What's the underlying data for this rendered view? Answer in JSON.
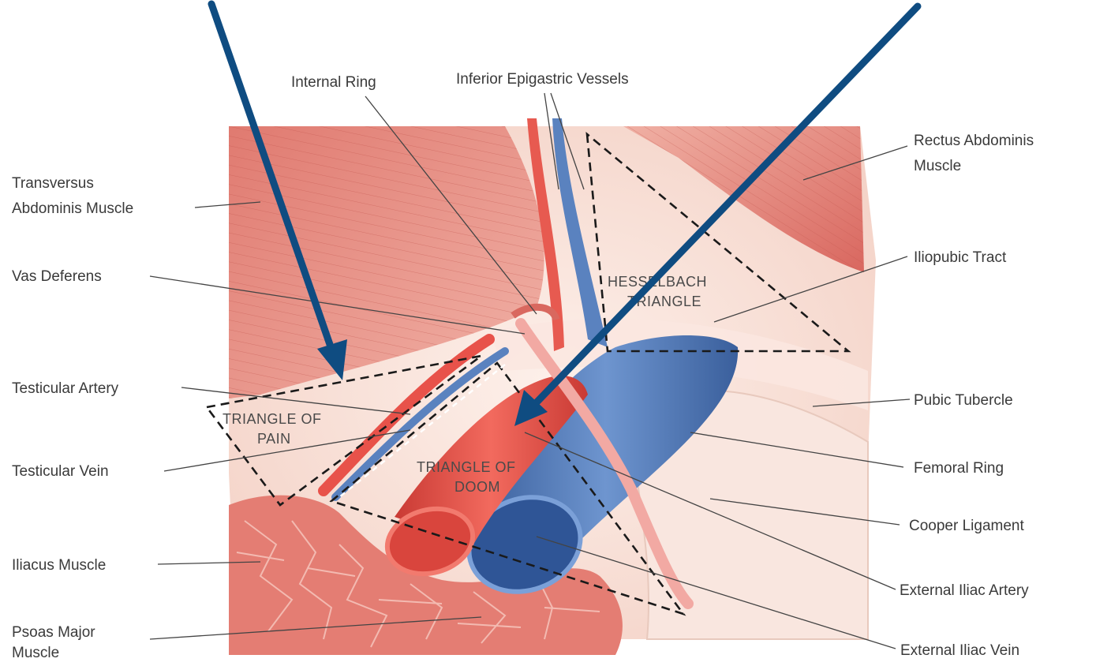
{
  "colors": {
    "background": "#ffffff",
    "muscle": "#e58a80",
    "muscle_dark": "#c95a54",
    "fascia": "#f8e2da",
    "artery": "#e8524a",
    "vein": "#5079b8",
    "arrow": "#0f4c81",
    "label_text": "#3a3a3a"
  },
  "labels": {
    "internal_ring": "Internal Ring",
    "inferior_epigastric": "Inferior Epigastric Vessels",
    "rectus_1": "Rectus Abdominis",
    "rectus_2": "Muscle",
    "transversus_1": "Transversus",
    "transversus_2": "Abdominis Muscle",
    "iliopubic": "Iliopubic Tract",
    "vas_deferens": "Vas Deferens",
    "testicular_artery": "Testicular Artery",
    "pubic_tubercle": "Pubic Tubercle",
    "testicular_vein": "Testicular Vein",
    "femoral_ring": "Femoral Ring",
    "cooper": "Cooper Ligament",
    "iliacus": "Iliacus Muscle",
    "external_iliac_artery": "External Iliac Artery",
    "psoas_1": "Psoas Major",
    "psoas_2": "Muscle",
    "external_iliac_vein": "External Iliac Vein"
  },
  "zones": {
    "hesselbach_1": "HESSELBACH",
    "hesselbach_2": "TRIANGLE",
    "pain_1": "TRIANGLE OF",
    "pain_2": "PAIN",
    "doom_1": "TRIANGLE OF",
    "doom_2": "DOOM"
  },
  "icons": [
    "pointer-arrow-left",
    "pointer-arrow-right"
  ]
}
